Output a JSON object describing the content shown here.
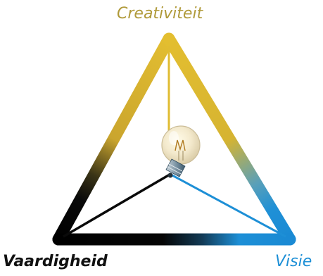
{
  "labels": {
    "top": "Creativiteit",
    "left": "Vaardigheid",
    "right": "Visie"
  },
  "colors": {
    "creativiteit": "#e0bc32",
    "vaardigheid": "#0a0a0a",
    "visie": "#1d8fd6",
    "label_top": "#b09a3a",
    "label_right": "#1d8fd6",
    "label_left": "#111111"
  },
  "icons": {
    "center": "light-bulb-icon"
  }
}
